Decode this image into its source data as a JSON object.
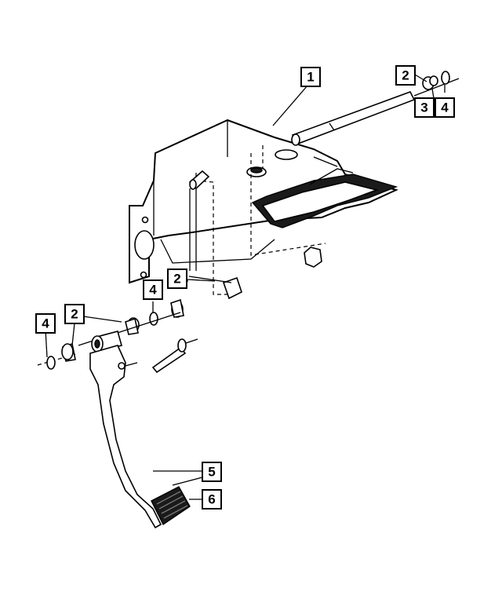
{
  "callouts": [
    {
      "id": "c1",
      "label": "1"
    },
    {
      "id": "c2a",
      "label": "2"
    },
    {
      "id": "c3",
      "label": "3"
    },
    {
      "id": "c4a",
      "label": "4"
    },
    {
      "id": "c2b",
      "label": "2"
    },
    {
      "id": "c4b",
      "label": "4"
    },
    {
      "id": "c2c",
      "label": "2"
    },
    {
      "id": "c4c",
      "label": "4"
    },
    {
      "id": "c5",
      "label": "5"
    },
    {
      "id": "c6",
      "label": "6"
    }
  ]
}
